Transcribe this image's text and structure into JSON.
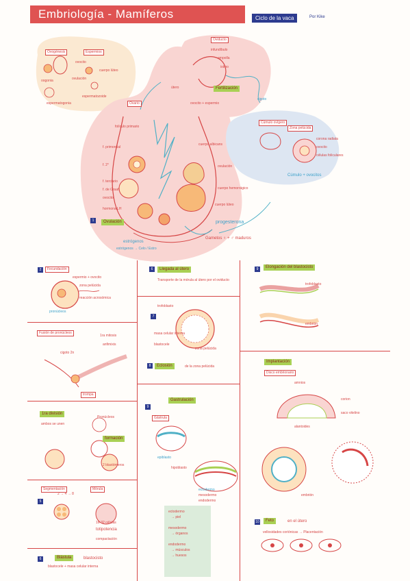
{
  "header": {
    "title": "Embriología - Mamíferos",
    "subtitle": "Ciclo de la vaca",
    "author": "Por Kike"
  },
  "top": {
    "left_box": {
      "tag1": "Ovogénesis",
      "tag2": "Espermios",
      "labels": [
        "oogonia",
        "ovocito",
        "cuerpo lúteo",
        "ovulación",
        "espermatogonia",
        "espermatozoide"
      ]
    },
    "center": {
      "tag": "Ovario",
      "labels": [
        "folículo primario",
        "f. primordial",
        "f. 2°",
        "f. terciario",
        "f. de Graaf",
        "ovocito",
        "cuerpo albicans",
        "cuerpo lúteo",
        "hormona LH",
        "progesterona",
        "estrógenos",
        "estrógenos → Celo / Estro",
        "ovulación",
        "cuerpo hemorrágico"
      ],
      "hl": "Ovulación"
    },
    "top_right": {
      "tag": "Oviducto",
      "tag2": "Fertilización",
      "labels": [
        "infundíbulo",
        "ampolla",
        "istmo",
        "útero",
        "ovocito + espermio",
        "cigoto"
      ]
    },
    "right": {
      "tag": "Cúmulo ovígero",
      "tag2": "Zona pelúcida",
      "labels": [
        "corona radiata",
        "ovocito",
        "células foliculares"
      ],
      "bottom": "Cúmulo + ovocitos"
    },
    "gametos": "Gametos ♀ + ♂ maduros"
  },
  "col1": {
    "s2": {
      "num": "2",
      "tag": "Fecundación",
      "labels": [
        "espermio + ovocito",
        "zona pelúcida",
        "reacción acrosómica",
        "pronúcleos"
      ]
    },
    "s3": {
      "tag": "Fusión de pronúcleos",
      "labels": [
        "1ra mitosis",
        "anfimixis",
        "cigoto 2n",
        "trompa"
      ]
    },
    "s4": {
      "tag": "1ra división",
      "labels": [
        "Pronúcleos",
        "ambos se unen",
        "formación",
        "2 blastómeros"
      ]
    },
    "s5": {
      "num": "5",
      "tag": "Segmentación",
      "tag2": "Mórula",
      "labels": [
        "2 → 4 → 8",
        "16-32 células",
        "totipotencia",
        "compactación"
      ]
    },
    "s6": {
      "num": "6",
      "hl": "Blástula",
      "text": "blastocisto",
      "labels": [
        "blastocele + masa celular interna"
      ]
    }
  },
  "col2": {
    "s1": {
      "num": "6",
      "hl": "Llegada al útero",
      "text": "Transporte de la mórula al útero por el oviducto"
    },
    "s2": {
      "num": "7",
      "labels": [
        "trofoblasto",
        "masa celular interna",
        "zona pelúcida",
        "blastocele"
      ]
    },
    "s3": {
      "num": "8",
      "hl": "Eclosión",
      "text": "de la zona pelúcida"
    },
    "s4": {
      "num": "9",
      "hl": "Gastrulación",
      "hl2": "Gástrula",
      "labels": [
        "epiblasto",
        "hipoblasto",
        "ectodermo",
        "mesodermo",
        "endodermo"
      ]
    },
    "note": {
      "lines": [
        "ectodermo",
        "mesodermo",
        "endodermo",
        "→ piel",
        "→ órganos",
        "→ músculos",
        "→ huesos"
      ]
    }
  },
  "col3": {
    "s1": {
      "num": "9",
      "hl": "Elongación del blastocisto",
      "labels": [
        "trofoblasto",
        "embrión"
      ]
    },
    "s2": {
      "hl": "Implantación",
      "tag": "Disco embrionario",
      "labels": [
        "amnios",
        "corion",
        "saco vitelino",
        "alantoides",
        "embrión"
      ]
    },
    "s3": {
      "num": "10",
      "hl": "Feto",
      "text": "en el útero",
      "sub": "vellosidades coriónicas → Placentación"
    }
  }
}
